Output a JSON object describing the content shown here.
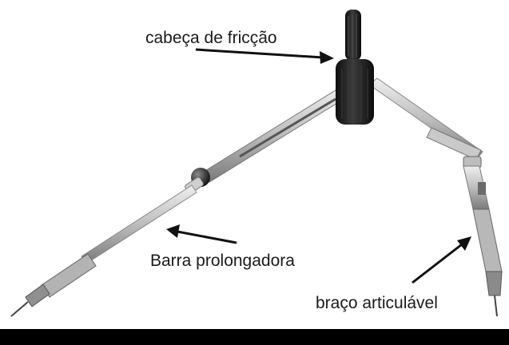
{
  "labels": {
    "friction_head": "cabeça de fricção",
    "extension_bar": "Barra prolongadora",
    "articulated_arm": "braço articulável"
  },
  "colors": {
    "metal_light": "#d8d8d8",
    "metal_mid": "#a9a9a9",
    "metal_dark": "#6e6e6e",
    "grip": "#1c1c1c",
    "arrow": "#111111",
    "base": "#000000"
  }
}
